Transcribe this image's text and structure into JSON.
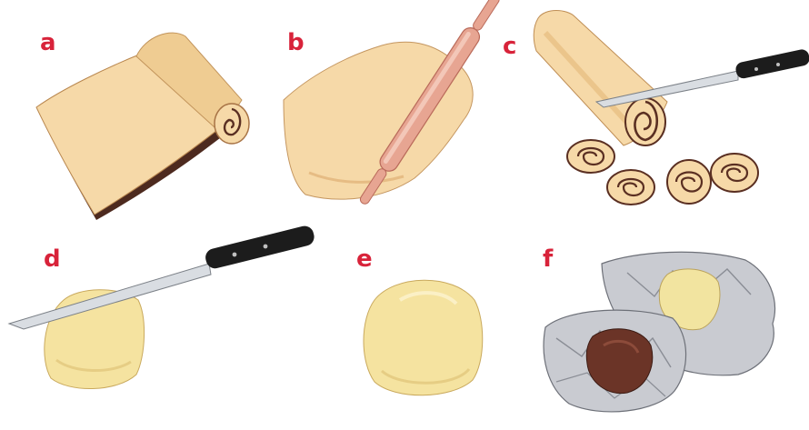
{
  "steps": [
    {
      "label": "a"
    },
    {
      "label": "b"
    },
    {
      "label": "c"
    },
    {
      "label": "d"
    },
    {
      "label": "e"
    },
    {
      "label": "f"
    }
  ],
  "colors": {
    "label": "#d8233a",
    "dough": "#f6d9a8",
    "dough_shade": "#e9bf83",
    "dark_dough": "#5a2f22",
    "pink_pin": "#e7a592",
    "knife_blade": "#d9dde2",
    "knife_handle": "#1c1c1c",
    "foil": "#c9cbd1",
    "cocoa_ball": "#6b3427",
    "yellow_ball": "#f2e4a0"
  }
}
